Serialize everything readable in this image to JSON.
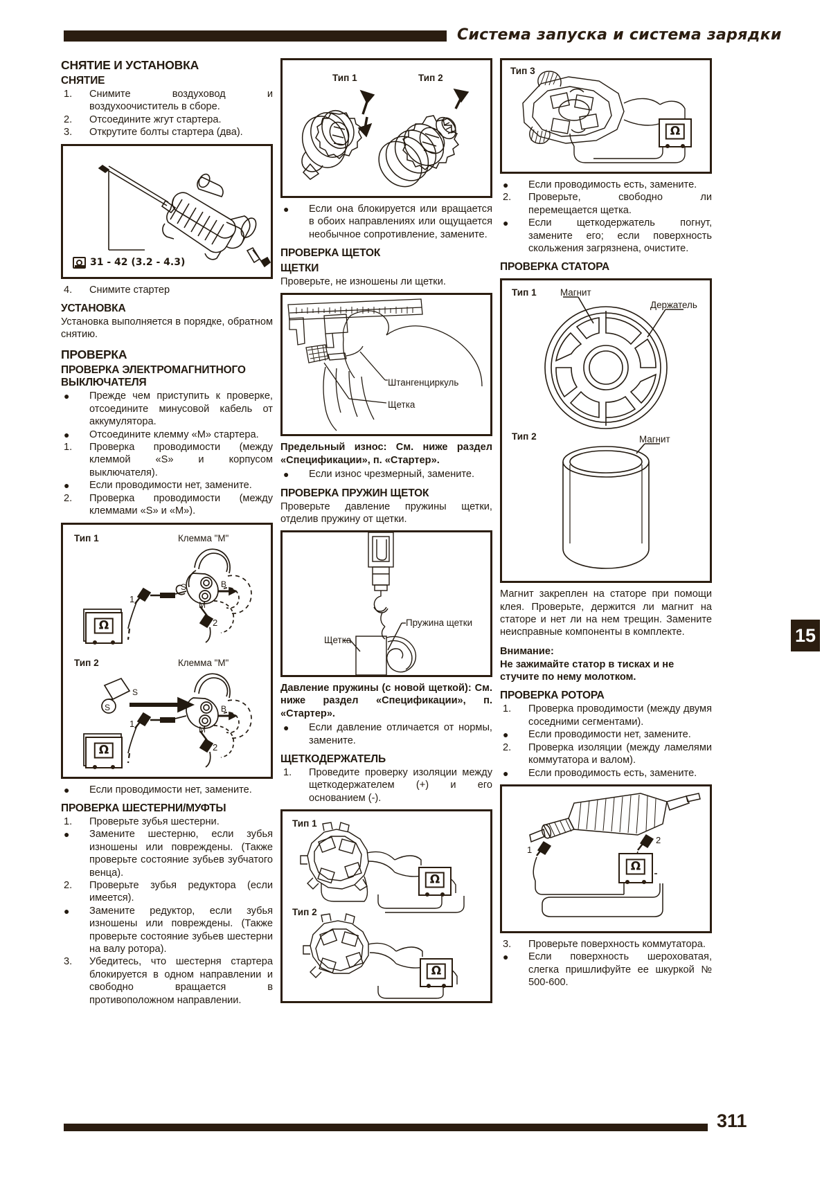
{
  "header": {
    "title": "Система запуска и система зарядки",
    "chapter_tab": "15",
    "page_number": "311"
  },
  "left_column": {
    "h_removal_install": "СНЯТИЕ И УСТАНОВКА",
    "h_removal": "СНЯТИЕ",
    "removal_steps": [
      {
        "mark": "1.",
        "text": "Снимите воздуховод и воздухоочиститель в сборе."
      },
      {
        "mark": "2.",
        "text": "Отсоедините жгут стартера."
      },
      {
        "mark": "3.",
        "text": "Открутите болты стартера (два)."
      }
    ],
    "fig_starter": {
      "torque": "31 - 42 (3.2 - 4.3)"
    },
    "step4": {
      "mark": "4.",
      "text": "Снимите стартер"
    },
    "h_install": "УСТАНОВКА",
    "install_text": "Установка выполняется в порядке, обратном снятию.",
    "h_check": "ПРОВЕРКА",
    "h_check_solenoid": "ПРОВЕРКА ЭЛЕКТРОМАГНИТНОГО ВЫКЛЮЧАТЕЛЯ",
    "solenoid_steps": [
      {
        "mark": "●",
        "text": "Прежде чем приступить к проверке, отсоедините минусовой кабель от аккумулятора."
      },
      {
        "mark": "●",
        "text": "Отсоедините клемму «M» стартера."
      },
      {
        "mark": "1.",
        "text": "Проверка проводимости (между клеммой «S» и корпусом выключателя)."
      },
      {
        "mark": "●",
        "text": "Если проводимости нет, замените."
      },
      {
        "mark": "2.",
        "text": "Проверка проводимости (между клеммами «S» и «M»)."
      }
    ],
    "fig_solenoid": {
      "type1": "Тип 1",
      "type2": "Тип 2",
      "terminal_m": "Клемма \"M\"",
      "ohm_symbol": "Ω",
      "callout_1": "1",
      "callout_2": "2",
      "letter_s": "S",
      "letter_b": "B",
      "letter_m": "M"
    },
    "after_fig": {
      "mark": "●",
      "text": "Если проводимости нет, замените."
    },
    "h_check_gear": "ПРОВЕРКА ШЕСТЕРНИ/МУФТЫ",
    "gear_steps": [
      {
        "mark": "1.",
        "text": "Проверьте зубья шестерни."
      },
      {
        "mark": "●",
        "text": "Замените шестерню, если зубья изношены или повреждены. (Также проверьте состояние зубьев зубчатого венца)."
      },
      {
        "mark": "2.",
        "text": "Проверьте зубья редуктора (если имеется)."
      },
      {
        "mark": "●",
        "text": "Замените редуктор, если зубья изношены или повреждены. (Также проверьте состояние зубьев шестерни на валу ротора)."
      },
      {
        "mark": "3.",
        "text": "Убедитесь, что шестерня стартера блокируется в одном направлении и свободно вращается в противоположном направлении."
      }
    ]
  },
  "mid_column": {
    "fig_pinion": {
      "type1": "Тип 1",
      "type2": "Тип 2"
    },
    "after_pinion": {
      "mark": "●",
      "text": "Если она блокируется или вращается в обоих направлениях или ощущается необычное сопротивление, замените."
    },
    "h_check_brushes": "ПРОВЕРКА ЩЕТОК",
    "h_brushes": "ЩЕТКИ",
    "brushes_text": "Проверьте, не изношены ли щетки.",
    "fig_caliper": {
      "caliper": "Штангенциркуль",
      "brush": "Щетка"
    },
    "wear_limit": "Предельный износ: См. ниже раздел «Спецификации», п. «Стартер».",
    "wear_bullet": {
      "mark": "●",
      "text": "Если износ чрезмерный, замените."
    },
    "h_check_springs": "ПРОВЕРКА ПРУЖИН ЩЕТОК",
    "springs_text": "Проверьте давление пружины щетки, отделив пружину от щетки.",
    "fig_spring": {
      "brush": "Щетка",
      "spring": "Пружина щетки"
    },
    "spring_pressure": "Давление пружины (с новой щеткой): См. ниже раздел «Спецификации», п. «Стартер».",
    "spring_bullet": {
      "mark": "●",
      "text": "Если давление отличается от нормы, замените."
    },
    "h_brush_holder": "ЩЕТКОДЕРЖАТЕЛЬ",
    "holder_step": {
      "mark": "1.",
      "text": "Проведите проверку изоляции между щеткодержателем (+) и его основанием (-)."
    },
    "fig_holder": {
      "type1": "Тип 1",
      "type2": "Тип 2",
      "ohm_symbol": "Ω"
    }
  },
  "right_column": {
    "fig_holder_type3": {
      "type3": "Тип 3",
      "ohm_symbol": "Ω"
    },
    "holder_steps": [
      {
        "mark": "●",
        "text": "Если проводимость есть, замените."
      },
      {
        "mark": "2.",
        "text": "Проверьте, свободно ли перемещается щетка."
      },
      {
        "mark": "●",
        "text": "Если щеткодержатель погнут, замените его; если поверхность скольжения загрязнена, очистите."
      }
    ],
    "h_check_stator": "ПРОВЕРКА СТАТОРА",
    "fig_stator": {
      "type1": "Тип 1",
      "type2": "Тип 2",
      "magnet": "Магнит",
      "holder": "Держатель",
      "magnet2": "Магнит"
    },
    "stator_text": "Магнит закреплен на статоре при помощи клея. Проверьте, держится ли магнит на статоре и нет ли на нем трещин. Замените неисправные компоненты в комплекте.",
    "warning_label": "Внимание:",
    "warning_text": "Не зажимайте статор в тисках и не стучите по нему молотком.",
    "h_check_rotor": "ПРОВЕРКА РОТОРА",
    "rotor_steps": [
      {
        "mark": "1.",
        "text": "Проверка проводимости (между двумя соседними сегментами)."
      },
      {
        "mark": "●",
        "text": "Если проводимости нет, замените."
      },
      {
        "mark": "2.",
        "text": "Проверка изоляции (между ламелями коммутатора и валом)."
      },
      {
        "mark": "●",
        "text": "Если проводимость есть, замените."
      }
    ],
    "fig_rotor": {
      "ohm_symbol": "Ω",
      "callout_1": "1",
      "callout_2": "2"
    },
    "rotor_steps_end": [
      {
        "mark": "3.",
        "text": "Проверьте поверхность коммутатора."
      },
      {
        "mark": "●",
        "text": "Если поверхность шероховатая, слегка пришлифуйте ее шкуркой № 500-600."
      }
    ]
  }
}
